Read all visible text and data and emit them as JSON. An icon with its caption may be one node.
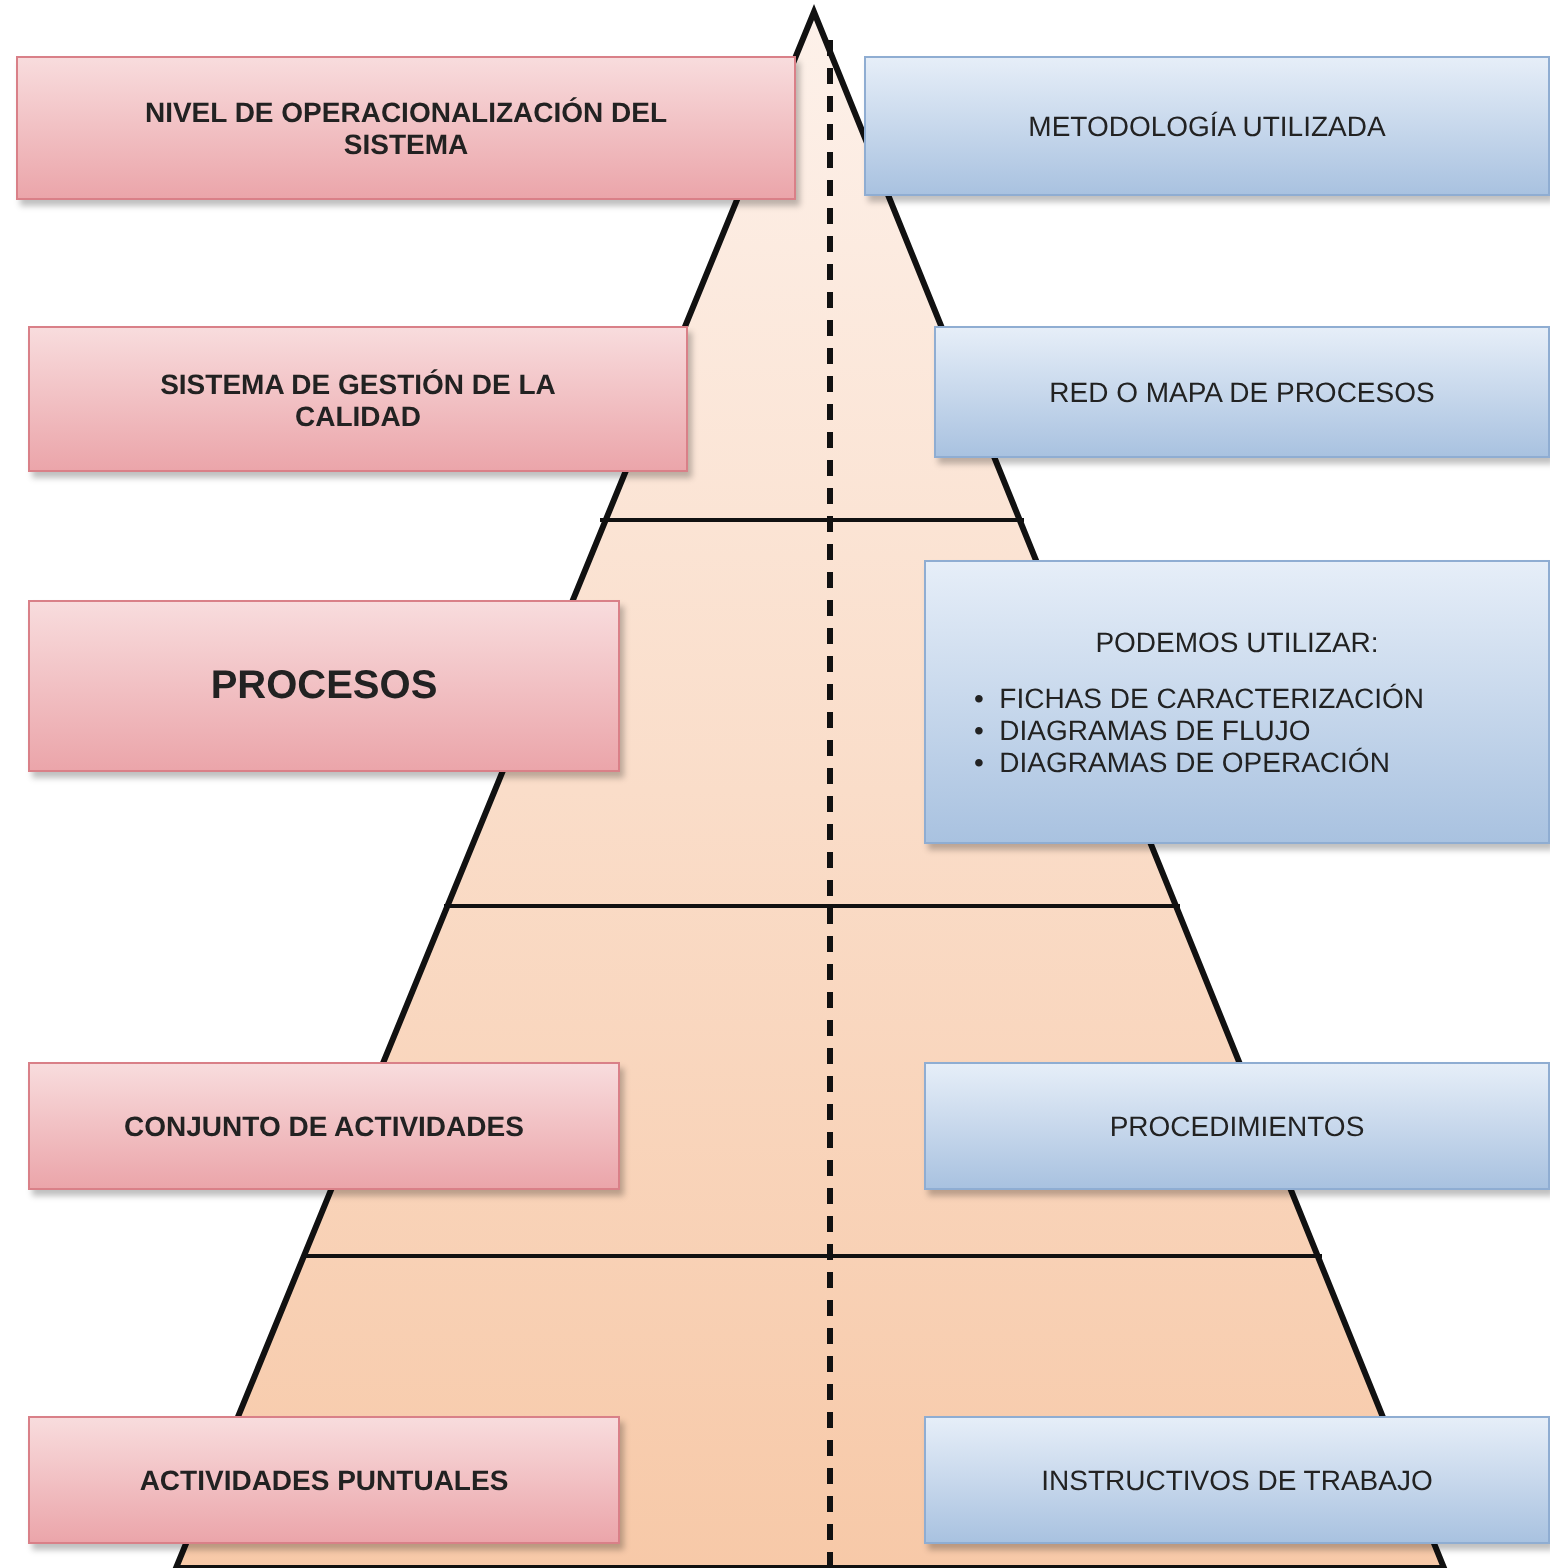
{
  "diagram": {
    "nodes": [
      {
        "text": [
          "NIVEL DE OPERACIONALIZACIÓN DEL SISTEMA"
        ]
      },
      {
        "text": [
          "METODOLOGÍA UTILIZADA"
        ]
      },
      {
        "text": [
          "SISTEMA DE GESTIÓN DE LA CALIDAD"
        ]
      },
      {
        "text": [
          "RED O MAPA DE PROCESOS"
        ]
      },
      {
        "text": [
          "PROCESOS"
        ]
      },
      {
        "text": [
          "PODEMOS UTILIZAR:",
          "•  FICHAS DE CARACTERIZACIÓN",
          "•  DIAGRAMAS DE FLUJO",
          "•  DIAGRAMAS DE OPERACIÓN"
        ]
      },
      {
        "text": [
          "CONJUNTO DE ACTIVIDADES"
        ]
      },
      {
        "text": [
          "PROCEDIMIENTOS"
        ]
      },
      {
        "text": [
          "ACTIVIDADES PUNTUALES"
        ]
      },
      {
        "text": [
          "INSTRUCTIVOS DE TRABAJO"
        ]
      }
    ]
  }
}
